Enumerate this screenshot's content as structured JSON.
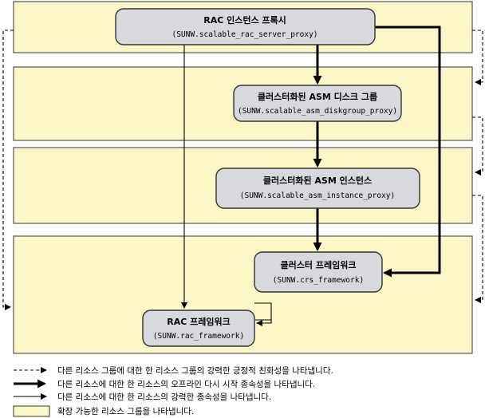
{
  "nodes": {
    "rac_proxy": {
      "title": "RAC 인스턴스 프록시",
      "type": "(SUNW.scalable_rac_server_proxy)"
    },
    "asm_diskgroup": {
      "title": "클러스터화된 ASM 디스크 그룹",
      "type": "(SUNW.scalable_asm_diskgroup_proxy)"
    },
    "asm_instance": {
      "title": "클러스터화된 ASM 인스턴스",
      "type": "(SUNW.scalable_asm_instance_proxy)"
    },
    "crs_framework": {
      "title": "클러스터 프레임워크",
      "type": "(SUNW.crs_framework)"
    },
    "rac_framework": {
      "title": "RAC 프레임워크",
      "type": "(SUNW.rac_framework)"
    }
  },
  "legend": {
    "dashed": "다른 리소스 그룹에 대한 한 리소스 그룹의 강력한 긍정적 친화성을 나타냅니다.",
    "thick": "다른 리소스에 대한 한 리소스의 오프라인 다시 시작 종속성을 나타냅니다.",
    "thin": "다른 리소스에 대한 한 리소스의 강력한 종속성을 나타냅니다.",
    "box": "확장 가능한 리소스 그룹을 나타냅니다."
  },
  "colors": {
    "band": "#fbf7c6",
    "node": "#d7d9dd",
    "line": "#000000"
  }
}
